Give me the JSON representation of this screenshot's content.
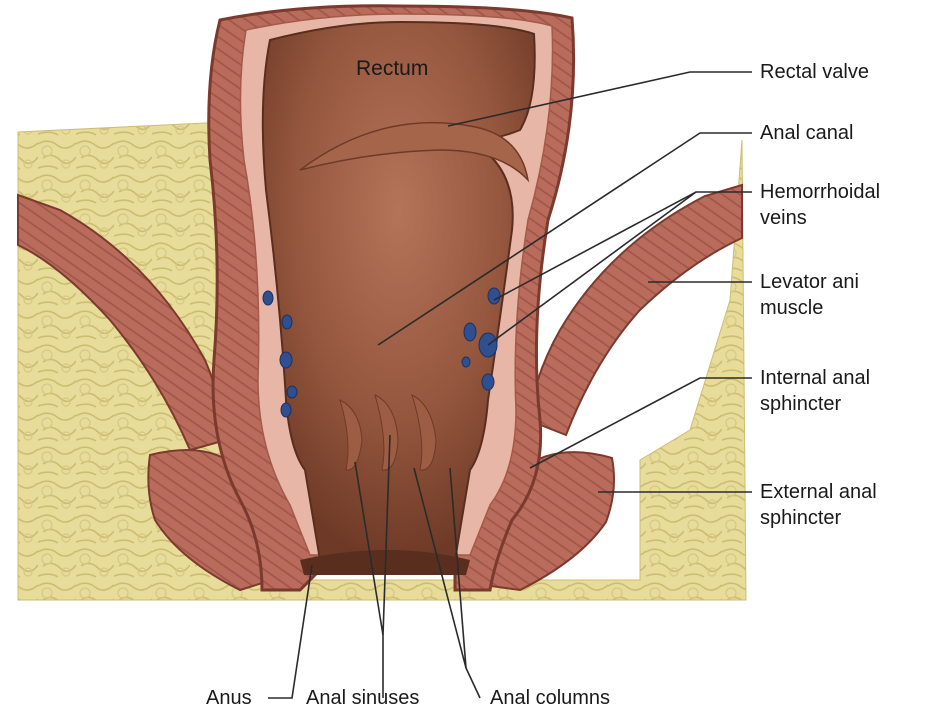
{
  "colors": {
    "fat": "#e8dc9a",
    "fat_edge": "#cdbd72",
    "muscle": "#b96b5c",
    "muscle_dark": "#7c3a2e",
    "lumen": "#8e5139",
    "mucosa": "#d89b86",
    "vein": "#2f4f8f",
    "leader": "#2b2b2b"
  },
  "labels": {
    "rectum": "Rectum",
    "rectal_valve": "Rectal valve",
    "anal_canal": "Anal canal",
    "hemorrhoidal_1": "Hemorrhoidal",
    "hemorrhoidal_2": "veins",
    "levator_1": "Levator ani",
    "levator_2": "muscle",
    "internal_1": "Internal anal",
    "internal_2": "sphincter",
    "external_1": "External anal",
    "external_2": "sphincter",
    "anus": "Anus",
    "anal_sinuses": "Anal sinuses",
    "anal_columns": "Anal columns"
  }
}
